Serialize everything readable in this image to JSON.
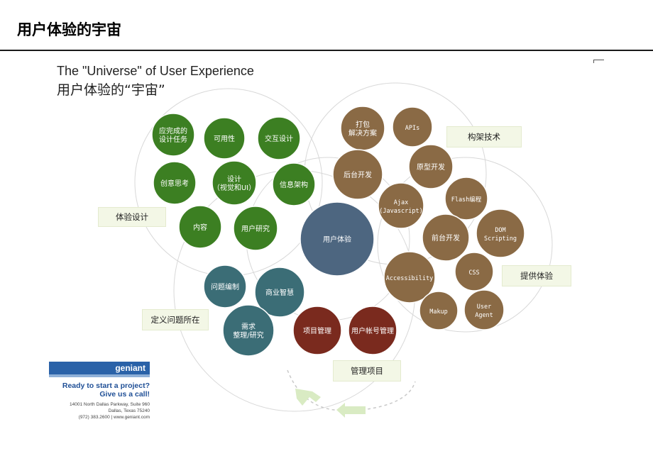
{
  "header": {
    "title": "用户体验的宇宙"
  },
  "figure": {
    "title_en": "The \"Universe\" of User Experience",
    "title_cn": "用户体验的“宇宙”"
  },
  "colors": {
    "green": "#3c7f22",
    "brown": "#8a6a45",
    "teal": "#3b6d76",
    "center": "#4d6680",
    "red": "#7a2a1e",
    "label_bg": "#f3f7e6"
  },
  "groups": [
    {
      "label": "体验设计",
      "color": "green"
    },
    {
      "label": "构架技术",
      "color": "brown"
    },
    {
      "label": "提供体验",
      "color": "brown"
    },
    {
      "label": "定义问题所在",
      "color": "teal"
    },
    {
      "label": "管理项目",
      "color": "red"
    }
  ],
  "bubbles": [
    {
      "lines": [
        "应完成的",
        "设计任务"
      ],
      "color": "green"
    },
    {
      "lines": [
        "可用性"
      ],
      "color": "green"
    },
    {
      "lines": [
        "交互设计"
      ],
      "color": "green"
    },
    {
      "lines": [
        "创意思考"
      ],
      "color": "green"
    },
    {
      "lines": [
        "设计",
        "（视觉和UI）"
      ],
      "color": "green"
    },
    {
      "lines": [
        "信息架构"
      ],
      "color": "green"
    },
    {
      "lines": [
        "内容"
      ],
      "color": "green"
    },
    {
      "lines": [
        "用户研究"
      ],
      "color": "green"
    },
    {
      "lines": [
        "打包",
        "解决方案"
      ],
      "color": "brown"
    },
    {
      "lines": [
        "APIs"
      ],
      "color": "brown"
    },
    {
      "lines": [
        "后台开发"
      ],
      "color": "brown"
    },
    {
      "lines": [
        "原型开发"
      ],
      "color": "brown"
    },
    {
      "lines": [
        "Ajax",
        "(Javascript)"
      ],
      "color": "brown"
    },
    {
      "lines": [
        "Flash编程"
      ],
      "color": "brown"
    },
    {
      "lines": [
        "前台开发"
      ],
      "color": "brown"
    },
    {
      "lines": [
        "DOM",
        "Scripting"
      ],
      "color": "brown"
    },
    {
      "lines": [
        "Accessibility"
      ],
      "color": "brown"
    },
    {
      "lines": [
        "CSS"
      ],
      "color": "brown"
    },
    {
      "lines": [
        "Makup"
      ],
      "color": "brown"
    },
    {
      "lines": [
        "User",
        "Agent"
      ],
      "color": "brown"
    },
    {
      "lines": [
        "用户体验"
      ],
      "color": "center"
    },
    {
      "lines": [
        "问题编制"
      ],
      "color": "teal"
    },
    {
      "lines": [
        "商业智慧"
      ],
      "color": "teal"
    },
    {
      "lines": [
        "需求",
        "整理/研究"
      ],
      "color": "teal"
    },
    {
      "lines": [
        "项目管理"
      ],
      "color": "red"
    },
    {
      "lines": [
        "用户帐号管理"
      ],
      "color": "red"
    }
  ],
  "logo": {
    "brand": "geniant",
    "cta_line1": "Ready to start a project?",
    "cta_line2": "Give us a call!",
    "address1": "14001 North Dallas Parkway, Suite 960",
    "address2": "Dallas, Texas  75240",
    "contact": "(972) 383.2600  |  www.geniant.com"
  }
}
